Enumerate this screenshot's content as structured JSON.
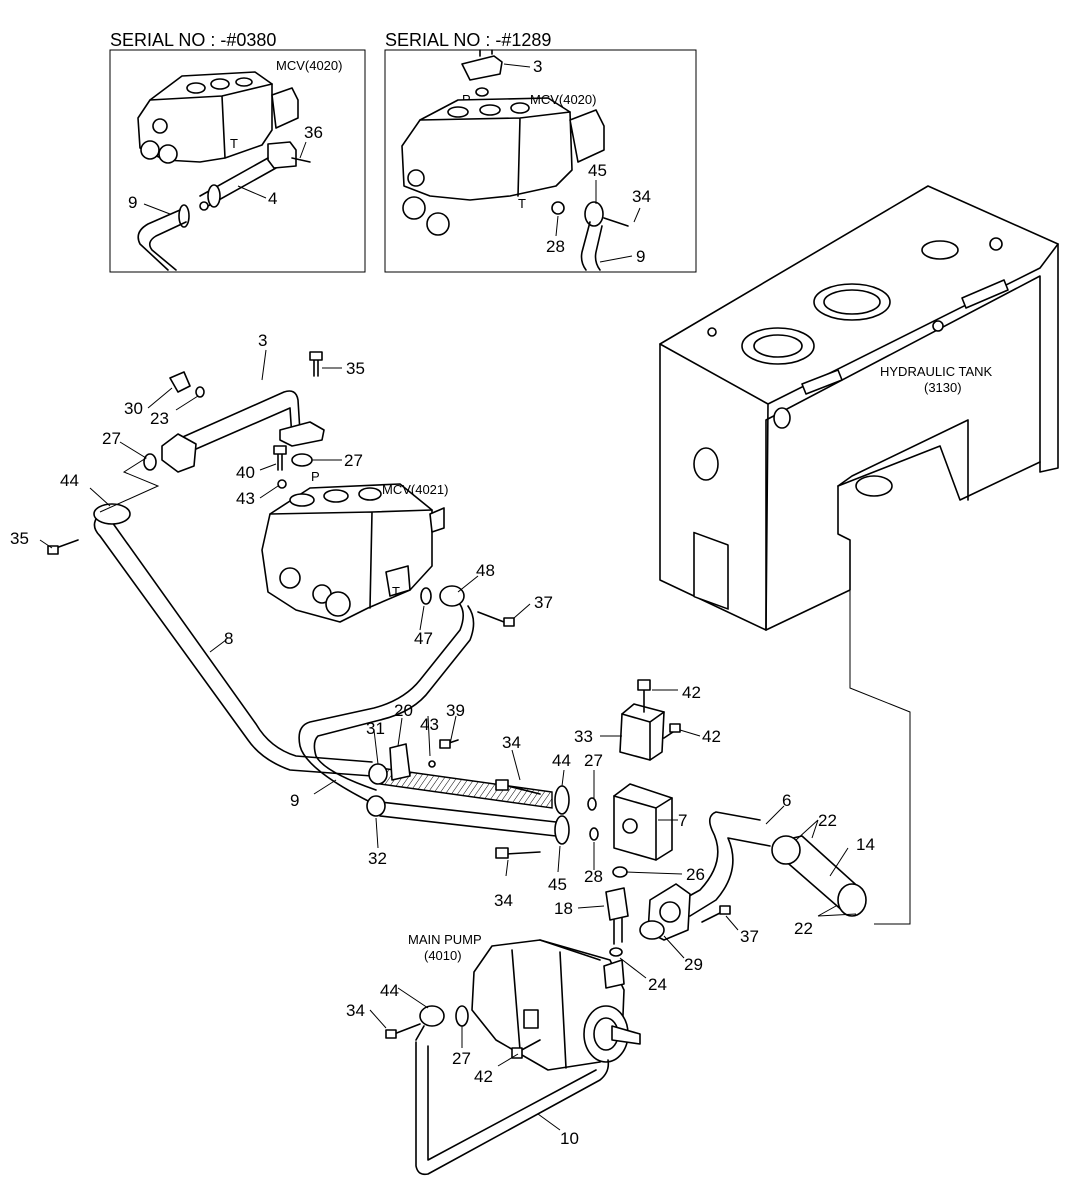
{
  "insets": {
    "left": {
      "serial": "SERIAL NO : -#0380",
      "mcv": "MCV(4020)",
      "t": "T",
      "callouts": [
        "36",
        "4",
        "9"
      ]
    },
    "right": {
      "serial": "SERIAL NO : -#1289",
      "mcv": "MCV(4020)",
      "p": "P",
      "t": "T",
      "callouts": [
        "3",
        "45",
        "34",
        "28",
        "9"
      ]
    }
  },
  "components": {
    "tank": {
      "line1": "HYDRAULIC TANK",
      "line2": "(3130)"
    },
    "mcv": {
      "label": "MCV(4021)",
      "p": "P",
      "t": "T"
    },
    "pump": {
      "line1": "MAIN PUMP",
      "line2": "(4010)"
    }
  },
  "callouts": {
    "c3": "3",
    "c35a": "35",
    "c30": "30",
    "c23": "23",
    "c27a": "27",
    "c27b": "27",
    "c40": "40",
    "c43a": "43",
    "c44a": "44",
    "c35b": "35",
    "c48": "48",
    "c37a": "37",
    "c47": "47",
    "c8": "8",
    "c20": "20",
    "c31": "31",
    "c43b": "43",
    "c39": "39",
    "c42a": "42",
    "c33": "33",
    "c42b": "42",
    "c34a": "34",
    "c44b": "44",
    "c27c": "27",
    "c9": "9",
    "c7": "7",
    "c6": "6",
    "c22a": "22",
    "c14": "14",
    "c32": "32",
    "c34b": "34",
    "c45": "45",
    "c28": "28",
    "c26": "26",
    "c18": "18",
    "c37b": "37",
    "c22b": "22",
    "c29": "29",
    "c24": "24",
    "c34c": "34",
    "c44c": "44",
    "c27d": "27",
    "c42c": "42",
    "c10": "10"
  }
}
